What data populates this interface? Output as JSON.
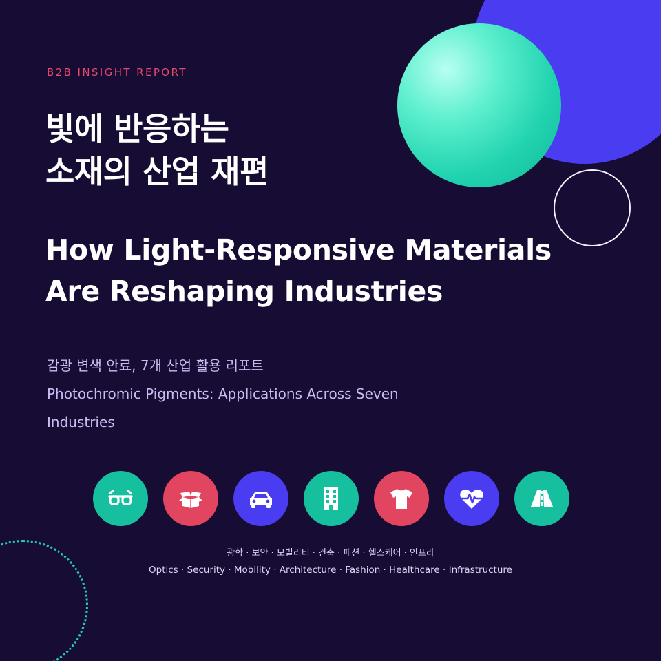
{
  "report": {
    "eyebrow": "B2B INSIGHT REPORT",
    "title_ko": [
      "빛에 반응하는",
      "소재의 산업 재편"
    ],
    "title_en": [
      "How Light-Responsive Materials",
      "Are Reshaping Industries"
    ],
    "subtitle_ko": "감광 변색 안료, 7개 산업 활용 리포트",
    "subtitle_en": [
      "Photochromic Pigments: Applications Across Seven",
      "Industries"
    ]
  },
  "colors": {
    "background": "#170c33",
    "accent_red": "#e8486a",
    "teal": "#16c09f",
    "red": "#e2455f",
    "violet": "#4a3cf0",
    "subtitle": "#c7bdf3"
  },
  "industries": [
    {
      "icon": "glasses-icon",
      "color": "#16c09f"
    },
    {
      "icon": "open-box-icon",
      "color": "#e2455f"
    },
    {
      "icon": "car-icon",
      "color": "#4a3cf0"
    },
    {
      "icon": "building-icon",
      "color": "#16c09f"
    },
    {
      "icon": "tshirt-icon",
      "color": "#e2455f"
    },
    {
      "icon": "heartbeat-icon",
      "color": "#4a3cf0"
    },
    {
      "icon": "road-icon",
      "color": "#16c09f"
    }
  ],
  "caption_ko": "광학 · 보안 · 모빌리티 · 건축 · 패션 · 헬스케어 · 인프라",
  "caption_en": "Optics · Security · Mobility · Architecture · Fashion · Healthcare · Infrastructure"
}
